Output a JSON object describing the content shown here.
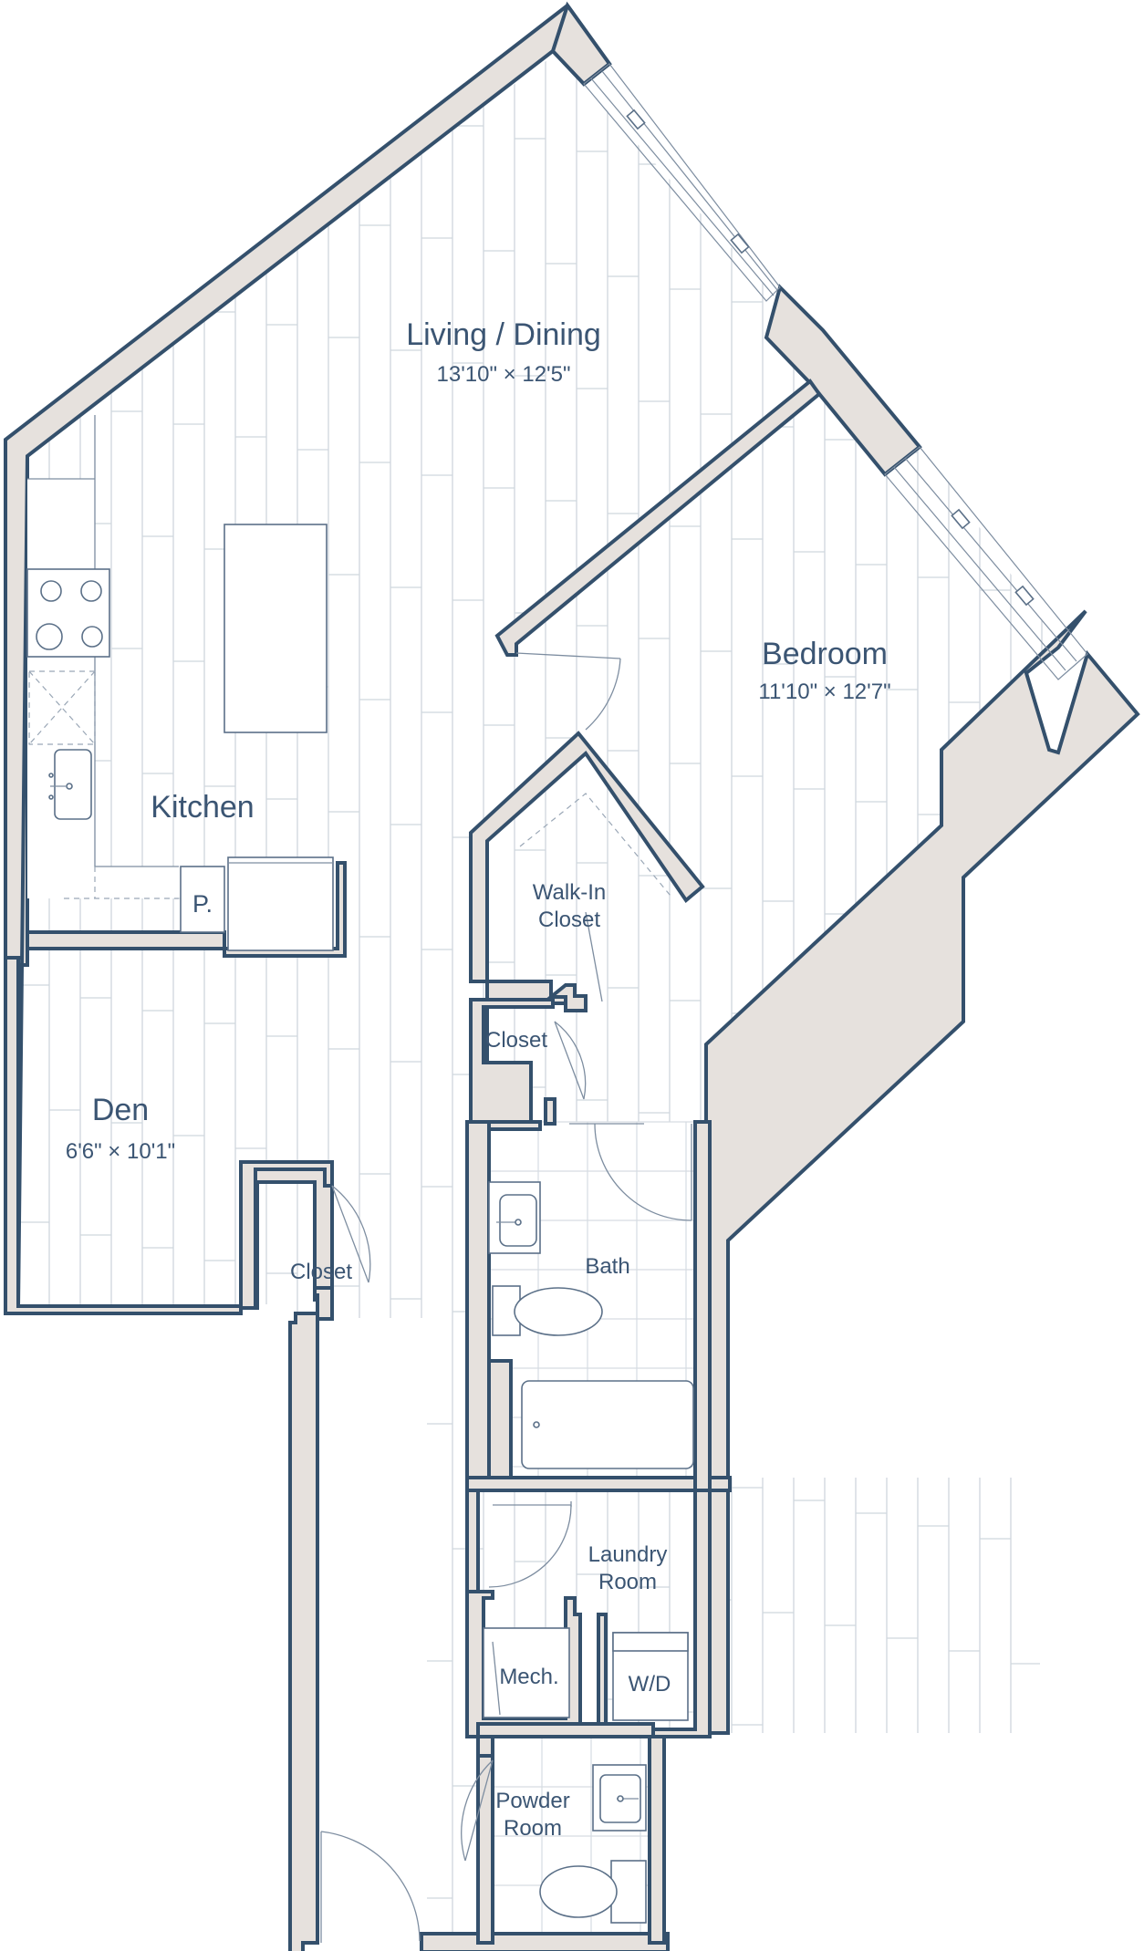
{
  "rooms": {
    "living": {
      "name": "Living / Dining",
      "dims": "13'10\" × 12'5\""
    },
    "bedroom": {
      "name": "Bedroom",
      "dims": "11'10\" × 12'7\""
    },
    "kitchen": {
      "name": "Kitchen"
    },
    "pantry": {
      "name": "P."
    },
    "den": {
      "name": "Den",
      "dims": "6'6\" × 10'1\""
    },
    "walkin": {
      "line1": "Walk-In",
      "line2": "Closet"
    },
    "closet_bed": {
      "name": "Closet"
    },
    "closet_den": {
      "name": "Closet"
    },
    "bath": {
      "name": "Bath"
    },
    "laundry": {
      "line1": "Laundry",
      "line2": "Room"
    },
    "mech": {
      "name": "Mech."
    },
    "wd": {
      "name": "W/D"
    },
    "powder": {
      "line1": "Powder",
      "line2": "Room"
    }
  },
  "colors": {
    "wall_fill": "#e6e1dd",
    "wall_line": "#34506c",
    "label_text": "#3b5573",
    "plank_line": "#cfd6dd"
  }
}
